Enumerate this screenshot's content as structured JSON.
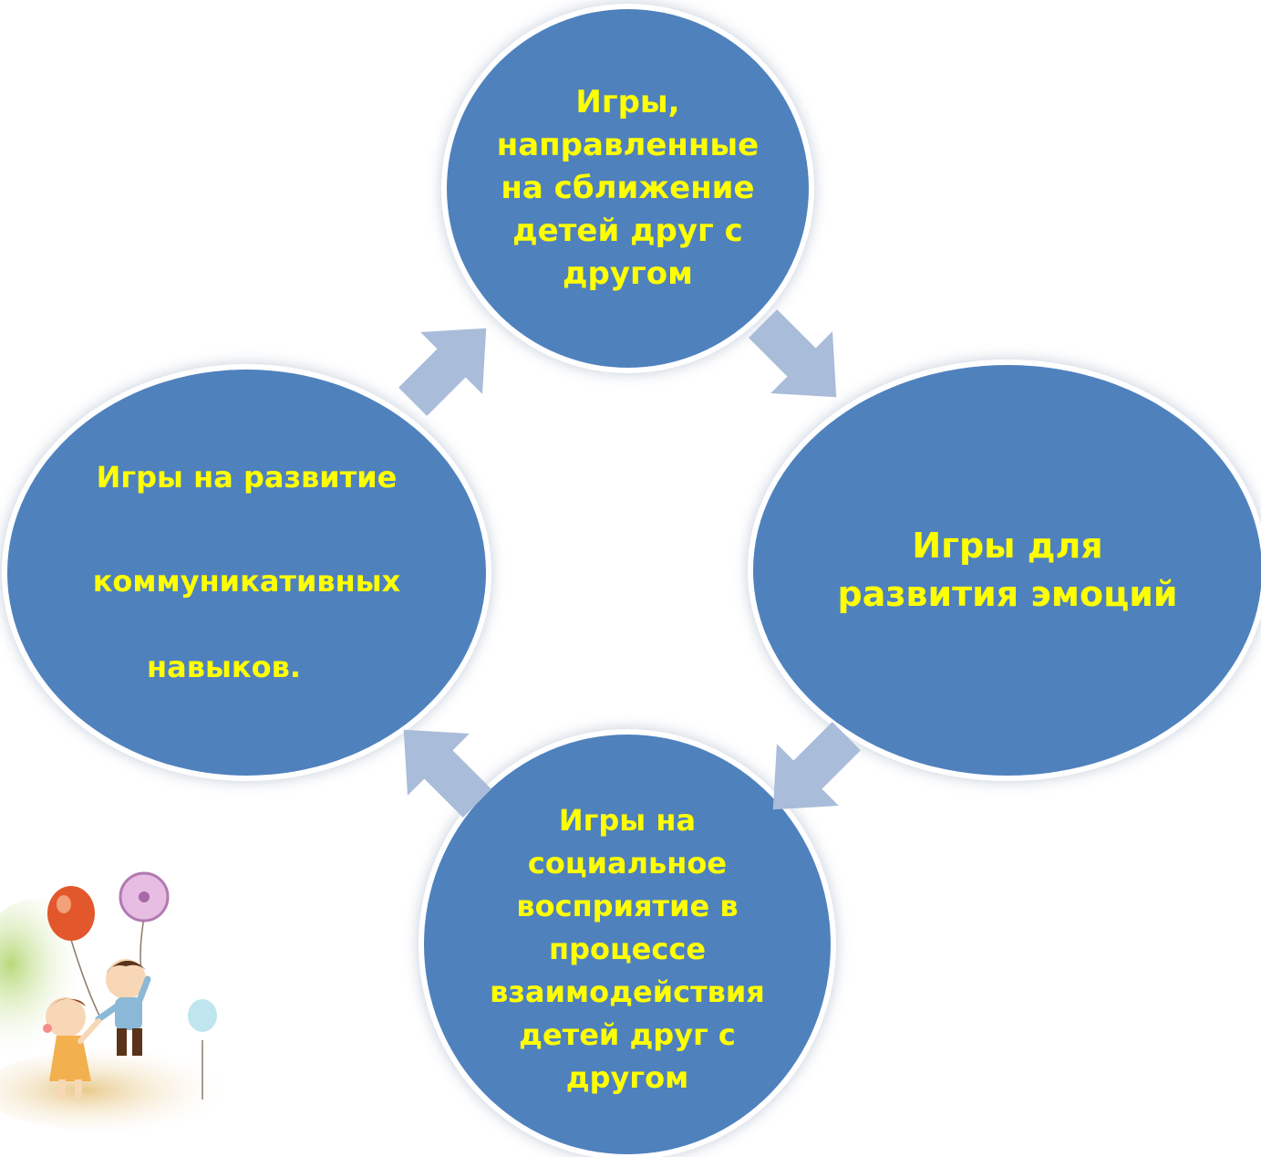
{
  "diagram": {
    "nodes": [
      {
        "id": "top",
        "text": "Игры,\nнаправленные\nна сближение\nдетей друг с\nдругом"
      },
      {
        "id": "right",
        "text": "Игры для\nразвития эмоций"
      },
      {
        "id": "bottom",
        "text": "Игры на\nсоциальное\nвосприятие в\nпроцессе\nвзаимодействия\nдетей друг с\nдругом"
      },
      {
        "id": "left",
        "lines": [
          "Игры на развитие",
          "коммуникативных",
          "навыков."
        ]
      }
    ],
    "flow": [
      "left",
      "top",
      "right",
      "bottom",
      "left"
    ],
    "colors": {
      "node_fill": "#4f81bd",
      "node_text": "#ffff00",
      "arrow_fill": "#a9bcd9",
      "background": "#ffffff"
    }
  },
  "illustration": {
    "icon": "children-with-balloons-illustration"
  }
}
